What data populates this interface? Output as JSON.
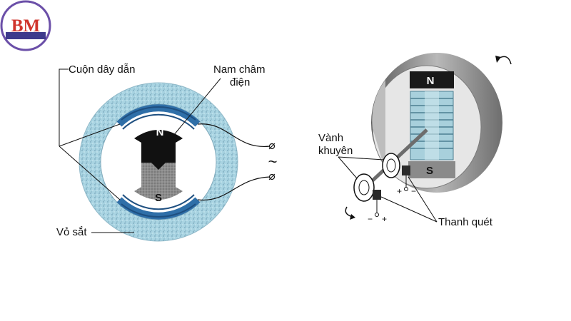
{
  "logo": {
    "text": "BM",
    "colors": {
      "ring": "#6b4fa8",
      "text": "#d0342c",
      "band": "#3e3a8c"
    }
  },
  "left_diagram": {
    "labels": {
      "coil": "Cuộn dây dẫn",
      "electromagnet_line1": "Nam châm",
      "electromagnet_line2": "điện",
      "shell": "Vỏ sắt",
      "ac_symbol": "~",
      "pole_north": "N",
      "pole_south": "S"
    },
    "colors": {
      "shell": "#a9d4e2",
      "coil": "#2f6fa8",
      "magnet_dark": "#111111",
      "magnet_light": "#8c8c8c"
    }
  },
  "right_diagram": {
    "labels": {
      "slip_ring_line1": "Vành",
      "slip_ring_line2": "khuyên",
      "brush": "Thanh quét",
      "pole_north": "N",
      "pole_south": "S",
      "plus": "+",
      "minus": "−"
    },
    "colors": {
      "shell": "#9c9c9c",
      "inner": "#e6e6e6",
      "coil": "#a8d0dc"
    }
  }
}
